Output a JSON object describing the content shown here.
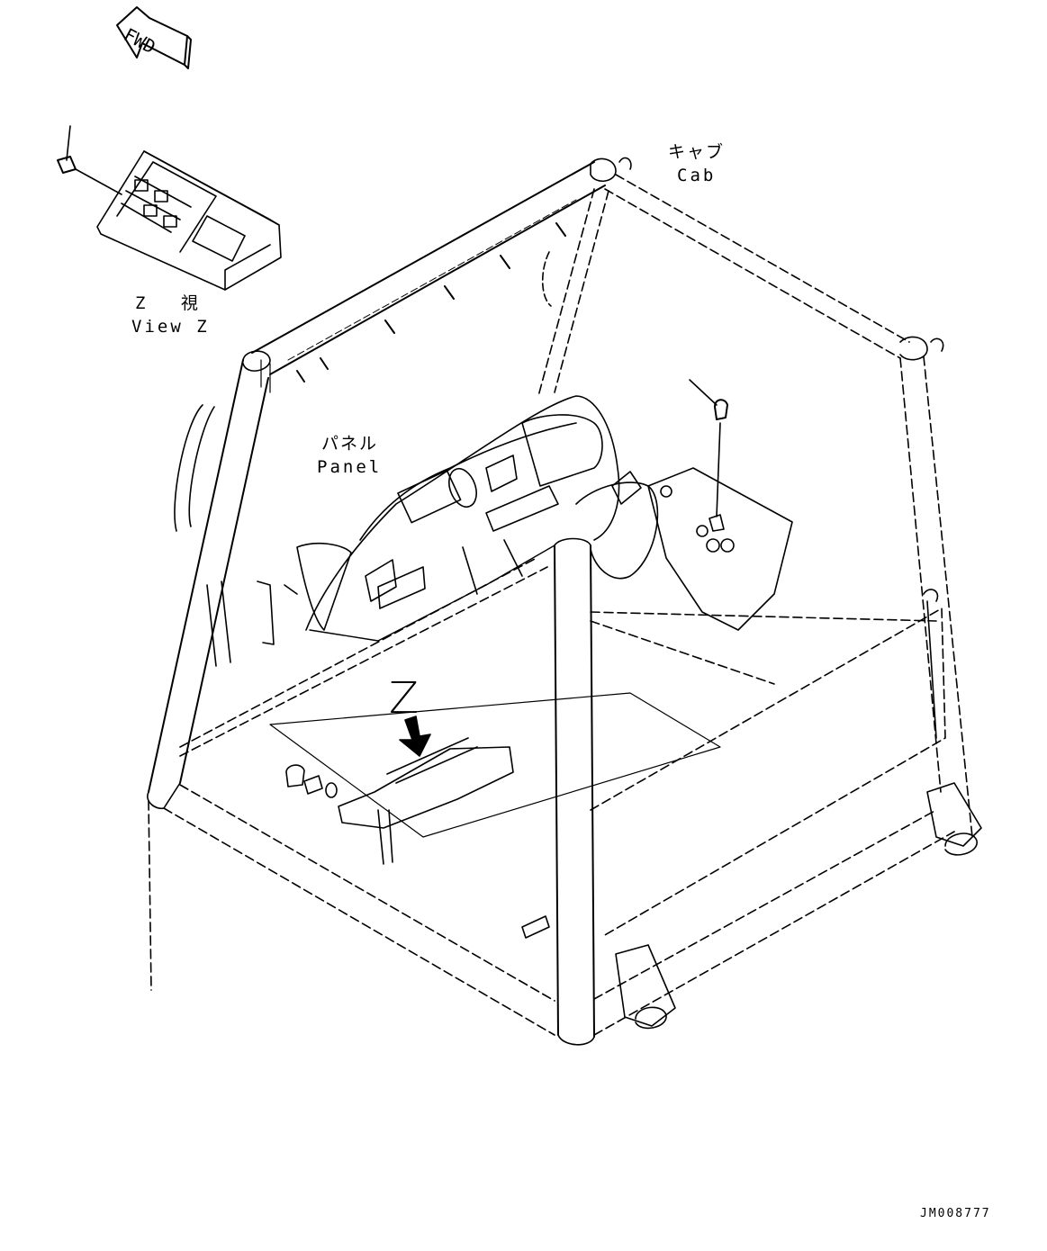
{
  "labels": {
    "fwd": "FWD",
    "cab_jp": "キャブ",
    "cab_en": "Cab",
    "panel_jp": "パネル",
    "panel_en": "Panel",
    "viewz_jp": "Z 視",
    "viewz_en": "View Z",
    "arrow_z": "Z",
    "drawing_id": "JM008777"
  },
  "colors": {
    "line": "#000000",
    "background": "#ffffff"
  }
}
